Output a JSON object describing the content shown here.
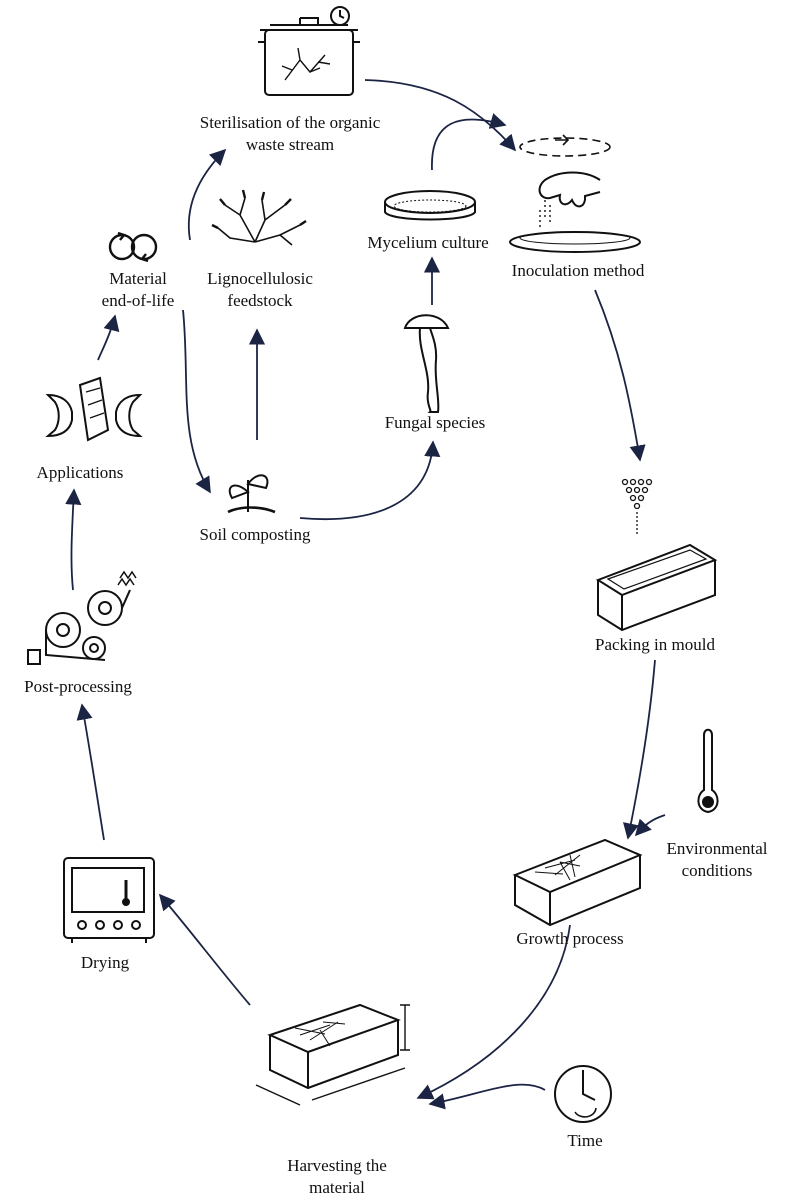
{
  "diagram": {
    "nodes": [
      {
        "id": "sterilisation",
        "lines": [
          "Sterilisation of the organic",
          "waste stream"
        ],
        "icon": "pot-with-timer-icon"
      },
      {
        "id": "inoculation",
        "lines": [
          "Inoculation method"
        ],
        "icon": "hand-sprinkling-spores-icon"
      },
      {
        "id": "mycelium",
        "lines": [
          "Mycelium culture"
        ],
        "icon": "petri-dish-icon"
      },
      {
        "id": "lignocellulosic",
        "lines": [
          "Lignocellulosic",
          "feedstock"
        ],
        "icon": "plant-branch-icon"
      },
      {
        "id": "fungal",
        "lines": [
          "Fungal species"
        ],
        "icon": "mushroom-icon"
      },
      {
        "id": "soil",
        "lines": [
          "Soil composting"
        ],
        "icon": "sprout-icon"
      },
      {
        "id": "eol",
        "lines": [
          "Material",
          "end-of-life"
        ],
        "icon": "recycle-loop-icon"
      },
      {
        "id": "applications",
        "lines": [
          "Applications"
        ],
        "icon": "compression-panel-icon"
      },
      {
        "id": "postprocessing",
        "lines": [
          "Post-processing"
        ],
        "icon": "rollers-press-icon"
      },
      {
        "id": "packing",
        "lines": [
          "Packing in mould"
        ],
        "icon": "mould-box-icon"
      },
      {
        "id": "environmental",
        "lines": [
          "Environmental",
          "conditions"
        ],
        "icon": "thermometer-icon"
      },
      {
        "id": "growth",
        "lines": [
          "Growth process"
        ],
        "icon": "mycelium-block-icon"
      },
      {
        "id": "drying",
        "lines": [
          "Drying"
        ],
        "icon": "oven-icon"
      },
      {
        "id": "time",
        "lines": [
          "Time"
        ],
        "icon": "clock-icon"
      },
      {
        "id": "harvesting",
        "lines": [
          "Harvesting the",
          "material"
        ],
        "icon": "harvested-block-icon"
      }
    ],
    "arrow_color": "#1c2444"
  }
}
